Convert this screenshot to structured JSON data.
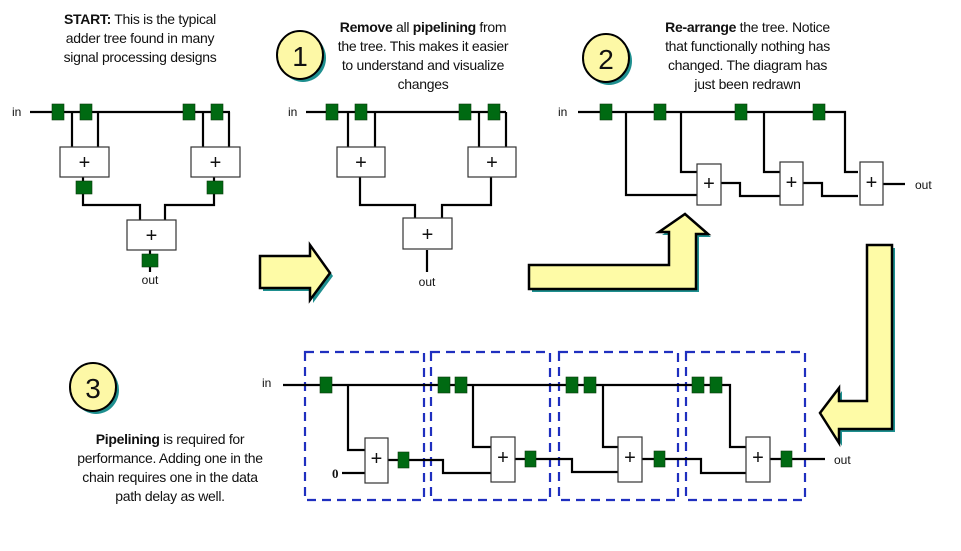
{
  "captions": {
    "start": {
      "bold": "START:",
      "rest_line1": " This is the typical",
      "line2": "adder tree found in many",
      "line3": "signal processing designs"
    },
    "step1": {
      "bold1": "Remove",
      "mid": " all ",
      "bold2": "pipelining",
      "tail": " from",
      "line2": "the tree. This makes it easier",
      "line3": "to understand and visualize",
      "line4": "changes"
    },
    "step2": {
      "bold": "Re-arrange",
      "rest_line1": " the tree. Notice",
      "line2": "that functionally nothing has",
      "line3": "changed. The diagram has",
      "line4": "just been redrawn"
    },
    "step3": {
      "bold": "Pipelining",
      "rest_line1": " is required for",
      "line2": "performance. Adding one in the",
      "line3": "chain requires one in the data",
      "line4": "path delay as well."
    }
  },
  "steps": [
    "1",
    "2",
    "3"
  ],
  "labels": {
    "in": "in",
    "out": "out",
    "zero": "0",
    "plus": "+"
  },
  "colors": {
    "register": "#006a12",
    "arrow_fill": "#fefba6",
    "arrow_shadow": "#1e8f8f",
    "circle_fill": "#fdf8a6",
    "stage_box": "#1f2fbf",
    "wire": "#000000"
  },
  "icons": {
    "arrow": "block-arrow-icon",
    "register": "register-icon",
    "adder": "adder-icon"
  }
}
